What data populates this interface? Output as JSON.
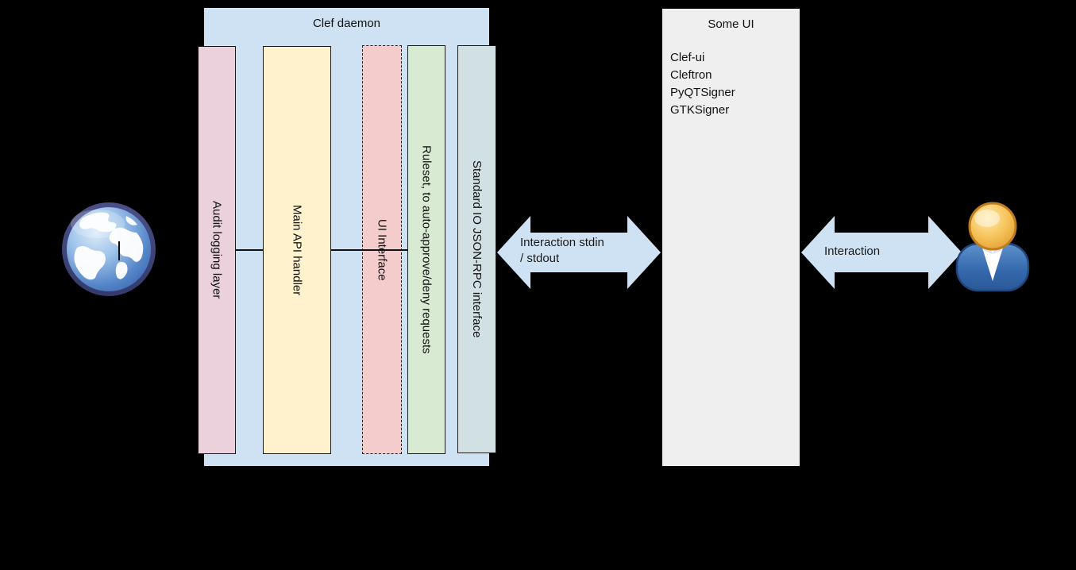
{
  "clef_daemon": {
    "title": "Clef daemon",
    "container_color": "#cfe2f3",
    "layers": [
      {
        "label": "Audit logging layer",
        "color": "#ead1dc",
        "border": "solid"
      },
      {
        "label": "Main API handler",
        "color": "#fff2cc",
        "border": "solid"
      },
      {
        "label": "UI Interface",
        "color": "#f4cccc",
        "border": "dashed"
      },
      {
        "label": "Ruleset, to auto-approve/deny requests",
        "color": "#d9ead3",
        "border": "solid"
      },
      {
        "label": "Standard IO JSON-RPC interface",
        "color": "#d0e0e3",
        "border": "solid"
      }
    ]
  },
  "some_ui": {
    "title": "Some UI",
    "color": "#efefef",
    "items": [
      "Clef-ui",
      "Cleftron",
      "PyQTSigner",
      "GTKSigner"
    ]
  },
  "arrows": {
    "color": "#cfe2f3",
    "left": {
      "line1": "Interaction stdin",
      "line2": "/ stdout"
    },
    "right": {
      "line1": "Interaction"
    }
  },
  "icons": {
    "left": "globe-icon",
    "right": "user-icon"
  }
}
